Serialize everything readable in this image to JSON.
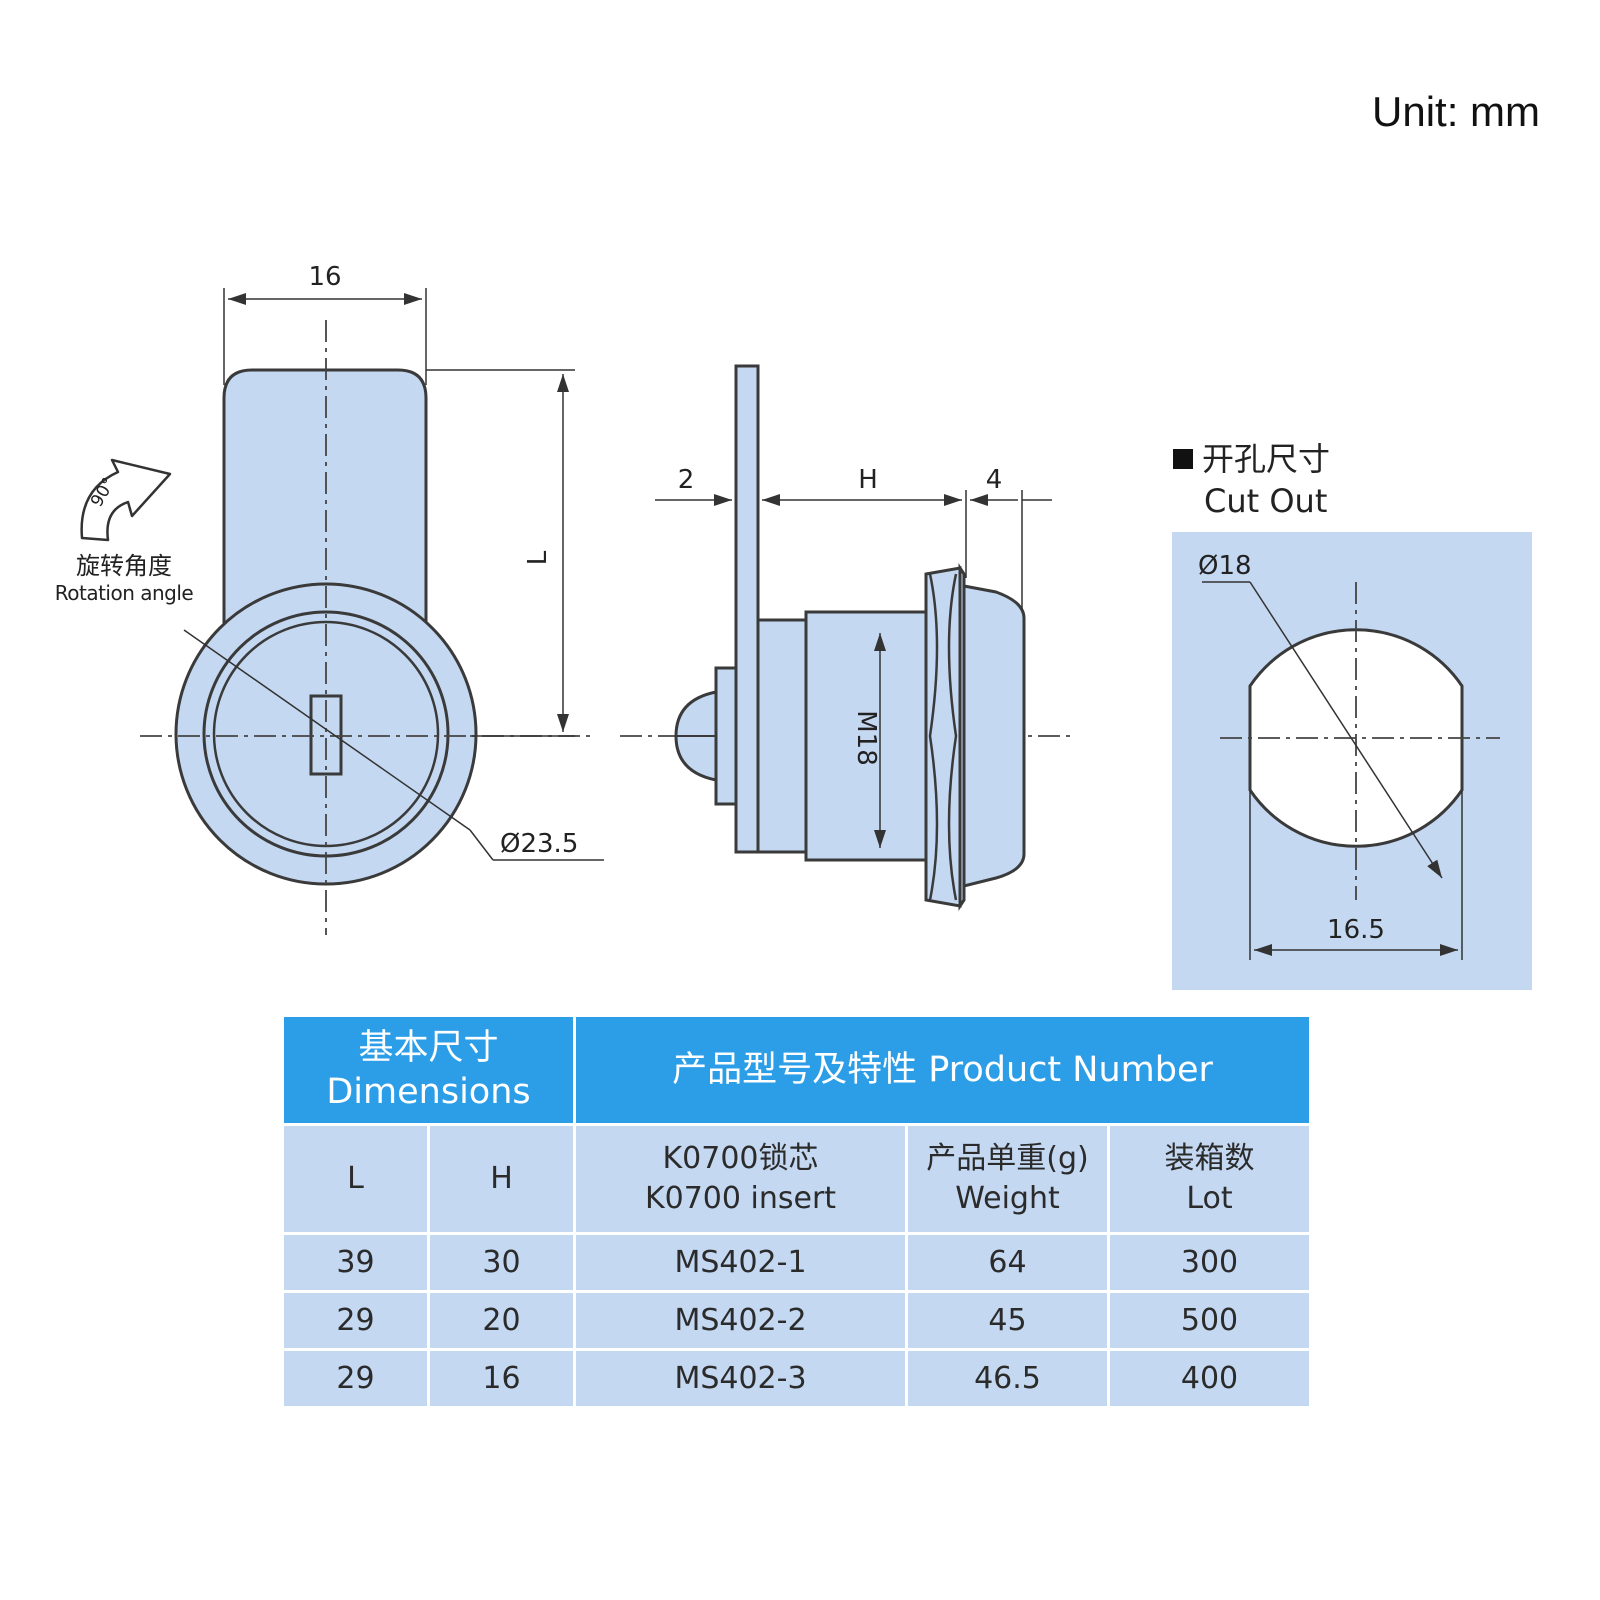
{
  "unit_label": "Unit:  mm",
  "front_view": {
    "width_dim": "16",
    "length_dim": "L",
    "diameter_dim": "Ø23.5",
    "rotation_degrees": "90°",
    "rotation_label_cn": "旋转角度",
    "rotation_label_en": "Rotation angle"
  },
  "side_view": {
    "cam_thickness_dim": "2",
    "height_dim": "H",
    "bezel_dim": "4",
    "thread_dim": "M18"
  },
  "cutout": {
    "title_cn": "开孔尺寸",
    "title_en": "Cut Out",
    "diameter_dim": "Ø18",
    "flat_width_dim": "16.5"
  },
  "table": {
    "dimensions_header_cn": "基本尺寸",
    "dimensions_header_en": "Dimensions",
    "product_header": "产品型号及特性 Product Number",
    "columns": [
      {
        "line1": "L",
        "line2": ""
      },
      {
        "line1": "H",
        "line2": ""
      },
      {
        "line1": "K0700锁芯",
        "line2": "K0700 insert"
      },
      {
        "line1": "产品单重(g)",
        "line2": "Weight"
      },
      {
        "line1": "装箱数",
        "line2": "Lot"
      }
    ],
    "rows": [
      {
        "L": "39",
        "H": "30",
        "model": "MS402-1",
        "weight": "64",
        "lot": "300"
      },
      {
        "L": "29",
        "H": "20",
        "model": "MS402-2",
        "weight": "45",
        "lot": "500"
      },
      {
        "L": "29",
        "H": "16",
        "model": "MS402-3",
        "weight": "46.5",
        "lot": "400"
      }
    ]
  },
  "colors": {
    "part_fill": "#c4d8f2",
    "outline": "#3a3a3a",
    "header_blue": "#2c9ee8",
    "cell_blue": "#c4d8f2"
  }
}
